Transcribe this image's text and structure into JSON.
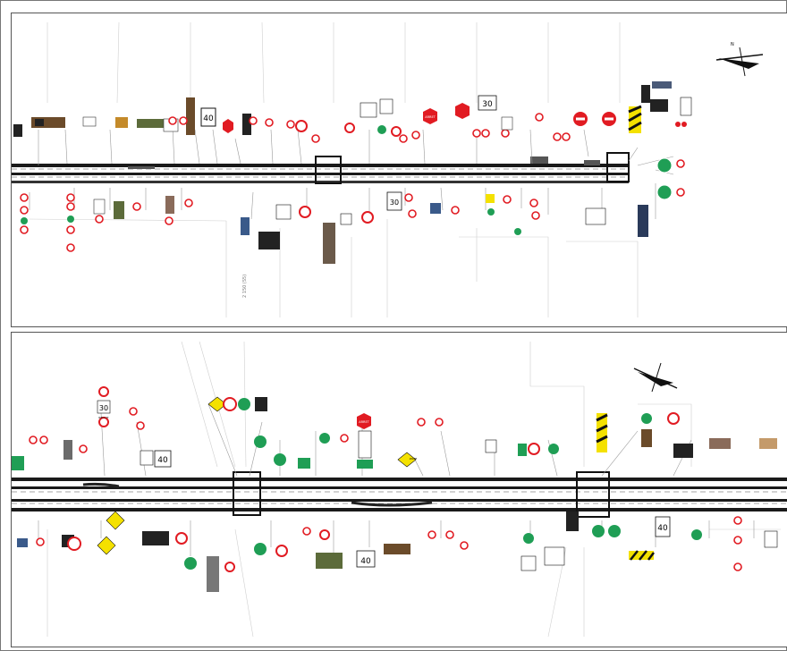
{
  "sheet": {
    "top_panel": {
      "scale_note": "2 150 (S5)",
      "stop_label": "ARRET",
      "speed_values": [
        "40",
        "30",
        "30"
      ]
    },
    "bottom_panel": {
      "stop_label": "ARRET",
      "speed_values": [
        "30",
        "40",
        "40",
        "40"
      ],
      "sign_text_a": "REDUIT",
      "sign_text_b": "ZONE"
    }
  },
  "colors": {
    "road": "#1a1a1a",
    "sign_red": "#e11b22",
    "sign_green": "#1f9e55",
    "sign_yellow": "#f4e100",
    "leader": "#9a9a9a"
  },
  "icons": [
    "north-arrow-icon",
    "stop-sign-icon",
    "no-entry-sign-icon",
    "speed-limit-sign-icon",
    "warning-diamond-icon",
    "chevron-hazard-icon"
  ]
}
